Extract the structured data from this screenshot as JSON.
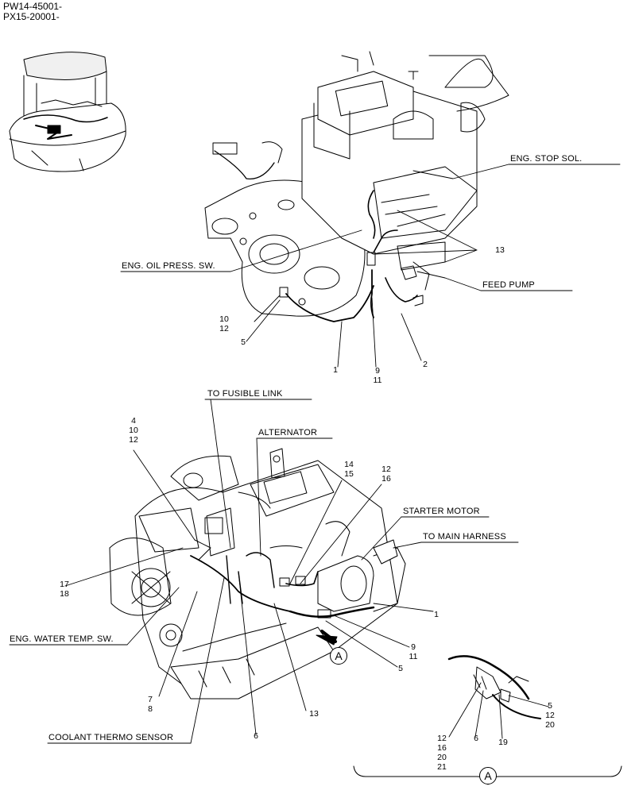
{
  "header": {
    "serial_1": "PW14-45001-",
    "serial_2": "PX15-20001-"
  },
  "labels": {
    "eng_stop_sol": "ENG. STOP SOL.",
    "eng_oil_press_sw": "ENG. OIL PRESS. SW.",
    "feed_pump": "FEED PUMP",
    "to_fusible_link": "TO FUSIBLE LINK",
    "alternator": "ALTERNATOR",
    "starter_motor": "STARTER MOTOR",
    "to_main_harness": "TO MAIN HARNESS",
    "eng_water_temp_sw": "ENG. WATER TEMP. SW.",
    "coolant_thermo_sensor": "COOLANT THERMO SENSOR"
  },
  "callouts": {
    "top": {
      "c13": "13",
      "c10_12": [
        "10",
        "12"
      ],
      "c5": "5",
      "c1": "1",
      "c9_11": [
        "9",
        "11"
      ],
      "c2": "2"
    },
    "bottom": {
      "c4_10_12": [
        "4",
        "10",
        "12"
      ],
      "c14_15": [
        "14",
        "15"
      ],
      "c12_16": [
        "12",
        "16"
      ],
      "c17_18": [
        "17",
        "18"
      ],
      "c1": "1",
      "c9_11": [
        "9",
        "11"
      ],
      "c5": "5",
      "c7_8": [
        "7",
        "8"
      ],
      "c13": "13",
      "c6": "6"
    },
    "detail": {
      "c5_12_20": [
        "5",
        "12",
        "20"
      ],
      "c12_16_20_21": [
        "12",
        "16",
        "20",
        "21"
      ],
      "c6": "6",
      "c19": "19"
    }
  },
  "view_marker": "A",
  "detail_marker": "A"
}
